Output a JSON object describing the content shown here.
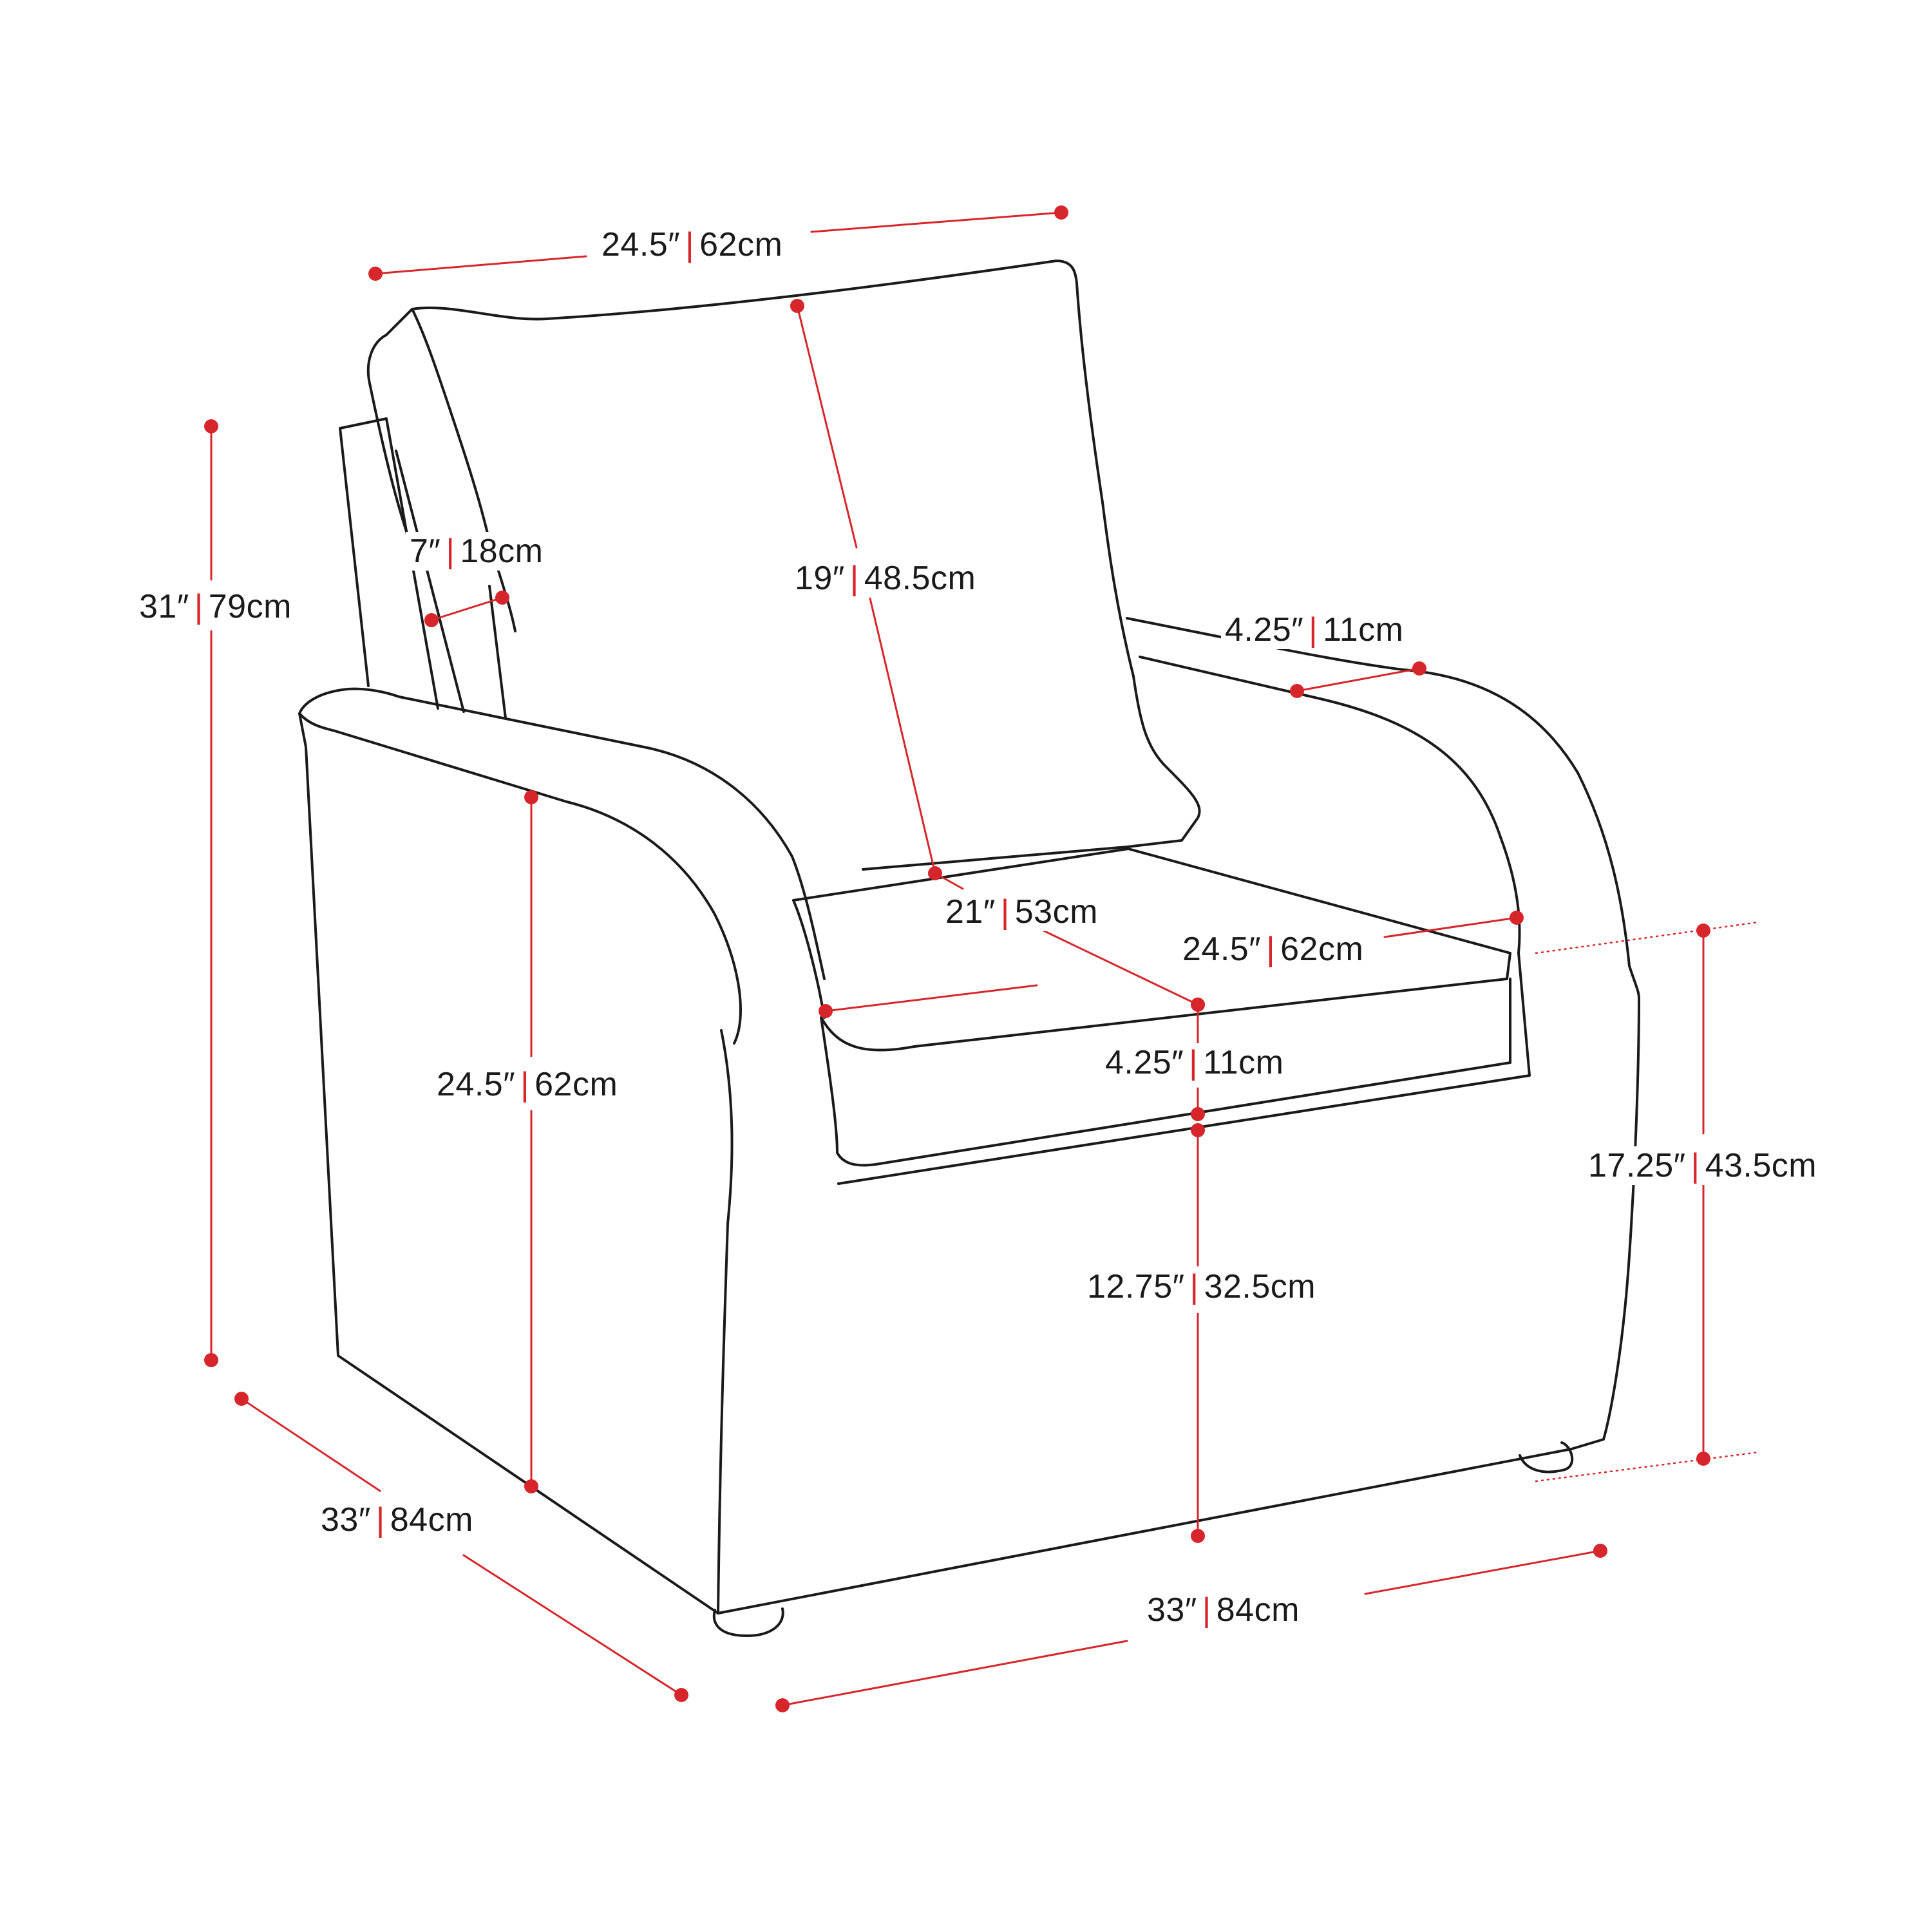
{
  "separator": "|",
  "colors": {
    "outline": "#1a1a1a",
    "dimension": "#d6262b",
    "background": "#ffffff"
  },
  "dimensions": {
    "back_cushion_width": {
      "imperial": "24.5″",
      "metric": "62cm"
    },
    "overall_height": {
      "imperial": "31″",
      "metric": "79cm"
    },
    "back_cushion_depth": {
      "imperial": "7″",
      "metric": "18cm"
    },
    "back_cushion_height": {
      "imperial": "19″",
      "metric": "48.5cm"
    },
    "arm_width": {
      "imperial": "4.25″",
      "metric": "11cm"
    },
    "seat_depth": {
      "imperial": "21″",
      "metric": "53cm"
    },
    "seat_width": {
      "imperial": "24.5″",
      "metric": "62cm"
    },
    "arm_height": {
      "imperial": "24.5″",
      "metric": "62cm"
    },
    "seat_cushion_thickness": {
      "imperial": "4.25″",
      "metric": "11cm"
    },
    "seat_height": {
      "imperial": "17.25″",
      "metric": "43.5cm"
    },
    "base_height": {
      "imperial": "12.75″",
      "metric": "32.5cm"
    },
    "overall_depth": {
      "imperial": "33″",
      "metric": "84cm"
    },
    "overall_width": {
      "imperial": "33″",
      "metric": "84cm"
    }
  }
}
